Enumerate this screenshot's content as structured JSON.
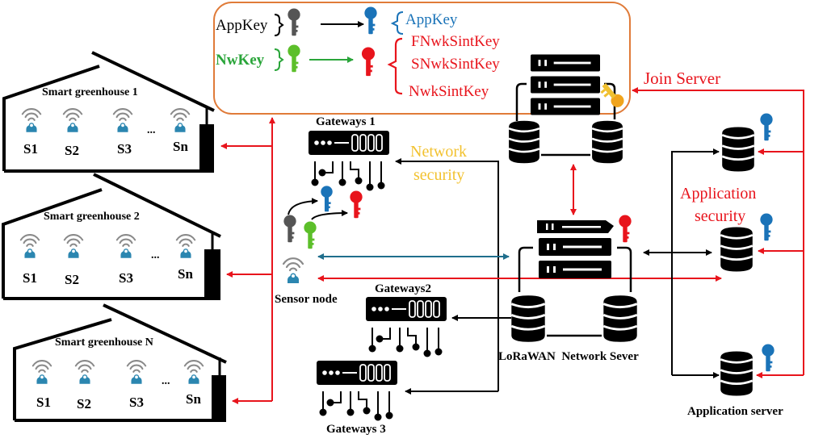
{
  "colors": {
    "red": "#e8141c",
    "blue_key": "#1a73b8",
    "teal_line": "#1f6e8c",
    "green": "#2aa53a",
    "green_key": "#5cbf2a",
    "gray_key": "#555555",
    "orange_border": "#e07b39",
    "yellow": "#f2c230",
    "gold_key": "#f0a41c",
    "sensor_blue": "#2b86b0",
    "black": "#000000"
  },
  "key_box": {
    "appkey_root": "AppKey",
    "nwkey_root": "NwKey",
    "appkey_derived": "AppKey",
    "derived_network_keys": [
      "FNwkSintKey",
      "SNwkSintKey",
      "NwkSintKey"
    ]
  },
  "greenhouses": [
    {
      "title": "Smart greenhouse 1",
      "sensors": [
        "S1",
        "S2",
        "S3",
        "Sn"
      ],
      "ellipsis": "..."
    },
    {
      "title": "Smart greenhouse 2",
      "sensors": [
        "S1",
        "S2",
        "S3",
        "Sn"
      ],
      "ellipsis": "..."
    },
    {
      "title": "Smart greenhouse N",
      "sensors": [
        "S1",
        "S2",
        "S3",
        "Sn"
      ],
      "ellipsis": "..."
    }
  ],
  "gateways": [
    "Gateways 1",
    "Gateways2",
    "Gateways 3"
  ],
  "gateway_display": "0000",
  "sensor_node_label": "Sensor node",
  "network_security": [
    "Network",
    "security"
  ],
  "join_server_label": "Join Server",
  "network_server_label": "LoRaWAN  Network Sever",
  "application_security": [
    "Application",
    "security"
  ],
  "application_server_label": "Application server"
}
